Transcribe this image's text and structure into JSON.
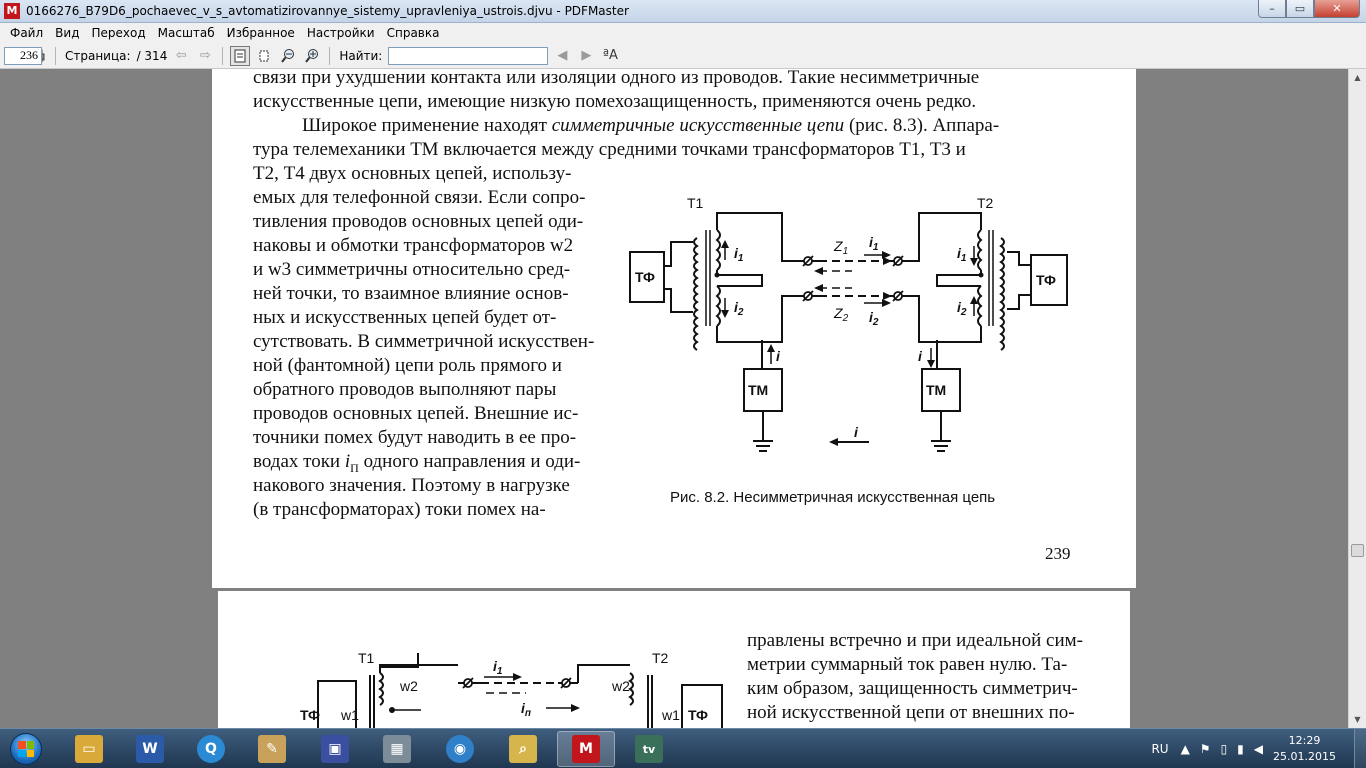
{
  "window": {
    "app_icon": "pdfmaster-icon",
    "title": "0166276_B79D6_pochaevec_v_s_avtomatizirovannye_sistemy_upravleniya_ustrois.djvu - PDFMaster",
    "minimize": "–",
    "maximize": "▭",
    "close": "✕"
  },
  "menu": {
    "items": [
      "Файл",
      "Вид",
      "Переход",
      "Масштаб",
      "Избранное",
      "Настройки",
      "Справка"
    ]
  },
  "toolbar": {
    "page_label": "Страница:",
    "page_value": "236",
    "page_total": "/ 314",
    "find_label": "Найти:",
    "find_value": "",
    "font_size_glyph": "ªA"
  },
  "page1": {
    "lines": [
      "связи при ухудшении контакта или изоляции одного из проводов. Такие несимметричные",
      "искусственные цепи, имеющие низкую помехозащищенность, применяются очень редко."
    ],
    "line3_pre": "Широкое применение находят ",
    "line3_em": "симметричные искусственные цепи",
    "line3_post": " (рис. 8.3). Аппара-",
    "line4": "тура телемеханики ТМ включается между средними точками трансформаторов Т1, Т3 и",
    "narrow_lines": [
      "Т2, Т4 двух основных цепей, использу-",
      "емых для телефонной связи. Если сопро-",
      "тивления проводов основных цепей оди-",
      "наковы и обмотки трансформаторов w2",
      "и w3 симметричны относительно сред-",
      "ней точки, то взаимное влияние основ-",
      "ных и искусственных цепей будет от-",
      "сутствовать. В симметричной искусствен-",
      "ной (фантомной) цепи роль прямого и",
      "обратного проводов выполняют пары",
      "проводов основных цепей. Внешние ис-",
      "точники помех будут наводить в ее про-"
    ],
    "line_i_pre": "водах токи ",
    "line_i_var": "i",
    "line_i_sub": "П",
    "line_i_post": " одного направления и оди-",
    "tail_lines": [
      "накового значения. Поэтому в нагрузке",
      "(в трансформаторах) токи помех на-"
    ],
    "figure": {
      "t1": "Т1",
      "t2": "Т2",
      "tf": "ТФ",
      "tm": "ТМ",
      "i": "i",
      "i1": "i",
      "i1_sub": "1",
      "i2": "i",
      "i2_sub": "2",
      "z1": "Z",
      "z1_sub": "1",
      "z2": "Z",
      "z2_sub": "2"
    },
    "caption": "Рис. 8.2. Несимметричная искусственная цепь",
    "page_number": "239"
  },
  "page2": {
    "lines": [
      "правлены встречно и при идеальной сим-",
      "метрии суммарный ток равен нулю. Та-",
      "ким образом, защищенность симметрич-",
      "ной искусственной цепи от внешних по-"
    ],
    "figure": {
      "t1": "Т1",
      "t2": "Т2",
      "w1": "w1",
      "w2": "w2",
      "tf": "ТФ",
      "i1": "i",
      "i1_sub": "1",
      "in": "i",
      "in_sub": "п"
    }
  },
  "taskbar": {
    "apps": [
      {
        "name": "explorer",
        "glyph": "▭",
        "color": "#d9a93a"
      },
      {
        "name": "word",
        "glyph": "W",
        "color": "#2b5aa8"
      },
      {
        "name": "quicktime",
        "glyph": "Q",
        "color": "#2a8ad4"
      },
      {
        "name": "paint",
        "glyph": "✎",
        "color": "#c8a25a"
      },
      {
        "name": "save-app",
        "glyph": "▣",
        "color": "#3b4fa0"
      },
      {
        "name": "calculator",
        "glyph": "▦",
        "color": "#7d8c99"
      },
      {
        "name": "browser",
        "glyph": "◉",
        "color": "#2f80c8"
      },
      {
        "name": "search-app",
        "glyph": "⌕",
        "color": "#d6b64c"
      },
      {
        "name": "pdfmaster",
        "glyph": "M",
        "color": "#c0161c"
      },
      {
        "name": "itv",
        "glyph": "tv",
        "color": "#3a6f5a"
      }
    ],
    "lang": "RU",
    "time": "12:29",
    "date": "25.01.2015"
  }
}
